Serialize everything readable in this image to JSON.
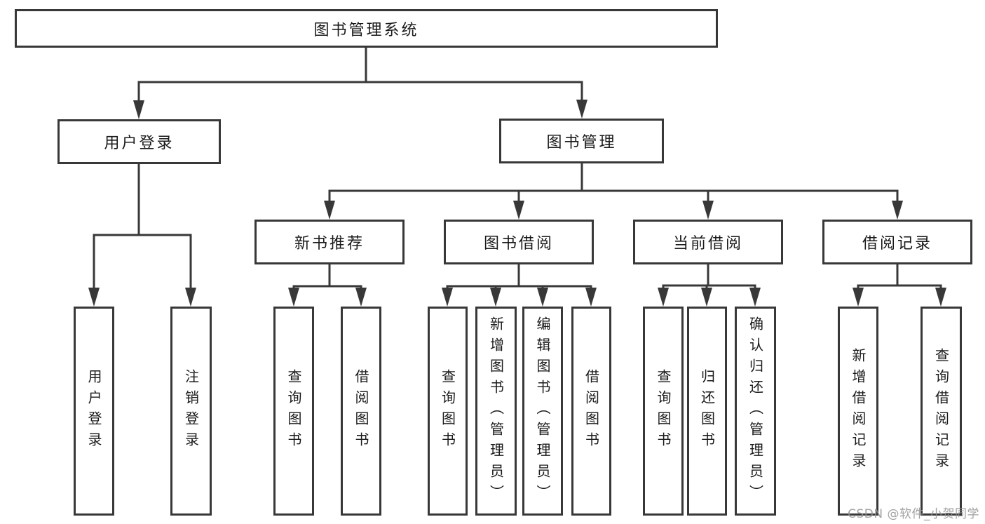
{
  "diagram": {
    "tree": {
      "root": "图书管理系统",
      "user_login": {
        "label": "用户登录",
        "children": {
          "login": "用户登录",
          "logout": "注销登录"
        }
      },
      "book_mgmt": {
        "label": "图书管理",
        "children": {
          "new_book": {
            "label": "新书推荐",
            "children": {
              "query": "查询图书",
              "borrow": "借阅图书"
            }
          },
          "book_borrow": {
            "label": "图书借阅",
            "children": {
              "query": "查询图书",
              "add": "新增图书（管理员）",
              "edit": "编辑图书（管理员）",
              "borrow": "借阅图书"
            }
          },
          "current_borrow": {
            "label": "当前借阅",
            "children": {
              "query": "查询图书",
              "return": "归还图书",
              "confirm": "确认归还（管理员）"
            }
          },
          "records": {
            "label": "借阅记录",
            "children": {
              "add": "新增借阅记录",
              "query": "查询借阅记录"
            }
          }
        }
      }
    },
    "colors": {
      "line": "#383838",
      "text": "#1a1a1a",
      "background": "#ffffff",
      "watermark": "#949494"
    },
    "watermark": "CSDN @软件_小贺同学"
  }
}
